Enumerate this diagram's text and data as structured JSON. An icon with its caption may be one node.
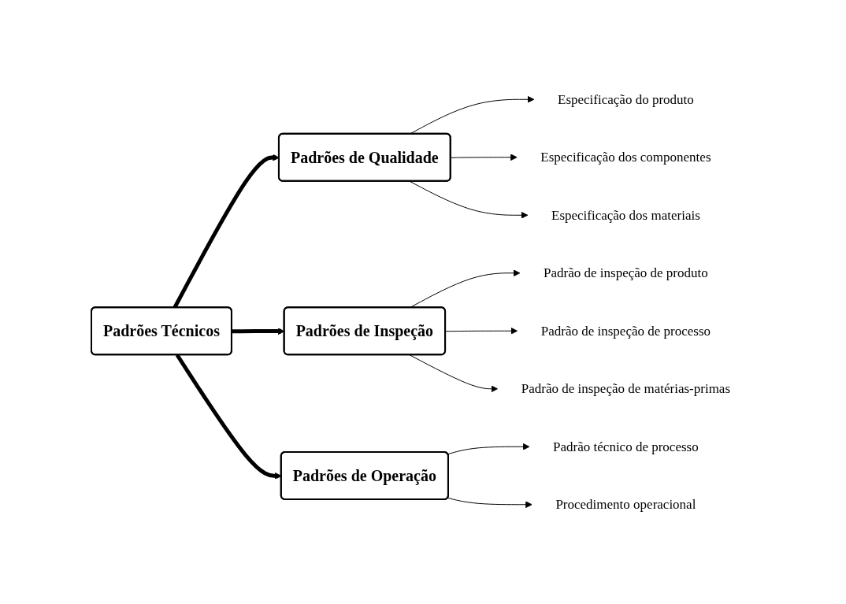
{
  "diagram": {
    "nodes": [
      {
        "text": [
          "Padrões Técnicos"
        ]
      },
      {
        "text": [
          "Padrões de Qualidade"
        ]
      },
      {
        "text": [
          "Especificação do produto"
        ]
      },
      {
        "text": [
          "Especificação dos componentes"
        ]
      },
      {
        "text": [
          "Especificação dos materiais"
        ]
      },
      {
        "text": [
          "Padrões de Inspeção"
        ]
      },
      {
        "text": [
          "Padrão de inspeção de produto"
        ]
      },
      {
        "text": [
          "Padrão de inspeção de processo"
        ]
      },
      {
        "text": [
          "Padrão de inspeção de matérias-primas"
        ]
      },
      {
        "text": [
          "Padrões de Operação"
        ]
      },
      {
        "text": [
          "Padrão técnico de processo"
        ]
      },
      {
        "text": [
          "Procedimento operacional"
        ]
      }
    ],
    "edges": [
      {
        "from": 0,
        "to": 1,
        "arrow": "to",
        "style": "thick"
      },
      {
        "from": 1,
        "to": 2,
        "arrow": "to"
      },
      {
        "from": 1,
        "to": 3,
        "arrow": "to"
      },
      {
        "from": 1,
        "to": 4,
        "arrow": "to"
      },
      {
        "from": 0,
        "to": 5,
        "arrow": "to",
        "style": "thick"
      },
      {
        "from": 5,
        "to": 6,
        "arrow": "to"
      },
      {
        "from": 5,
        "to": 7,
        "arrow": "to"
      },
      {
        "from": 5,
        "to": 8,
        "arrow": "to"
      },
      {
        "from": 0,
        "to": 9,
        "arrow": "to",
        "style": "thick"
      },
      {
        "from": 9,
        "to": 10,
        "arrow": "to"
      },
      {
        "from": 9,
        "to": 11,
        "arrow": "to"
      }
    ]
  }
}
